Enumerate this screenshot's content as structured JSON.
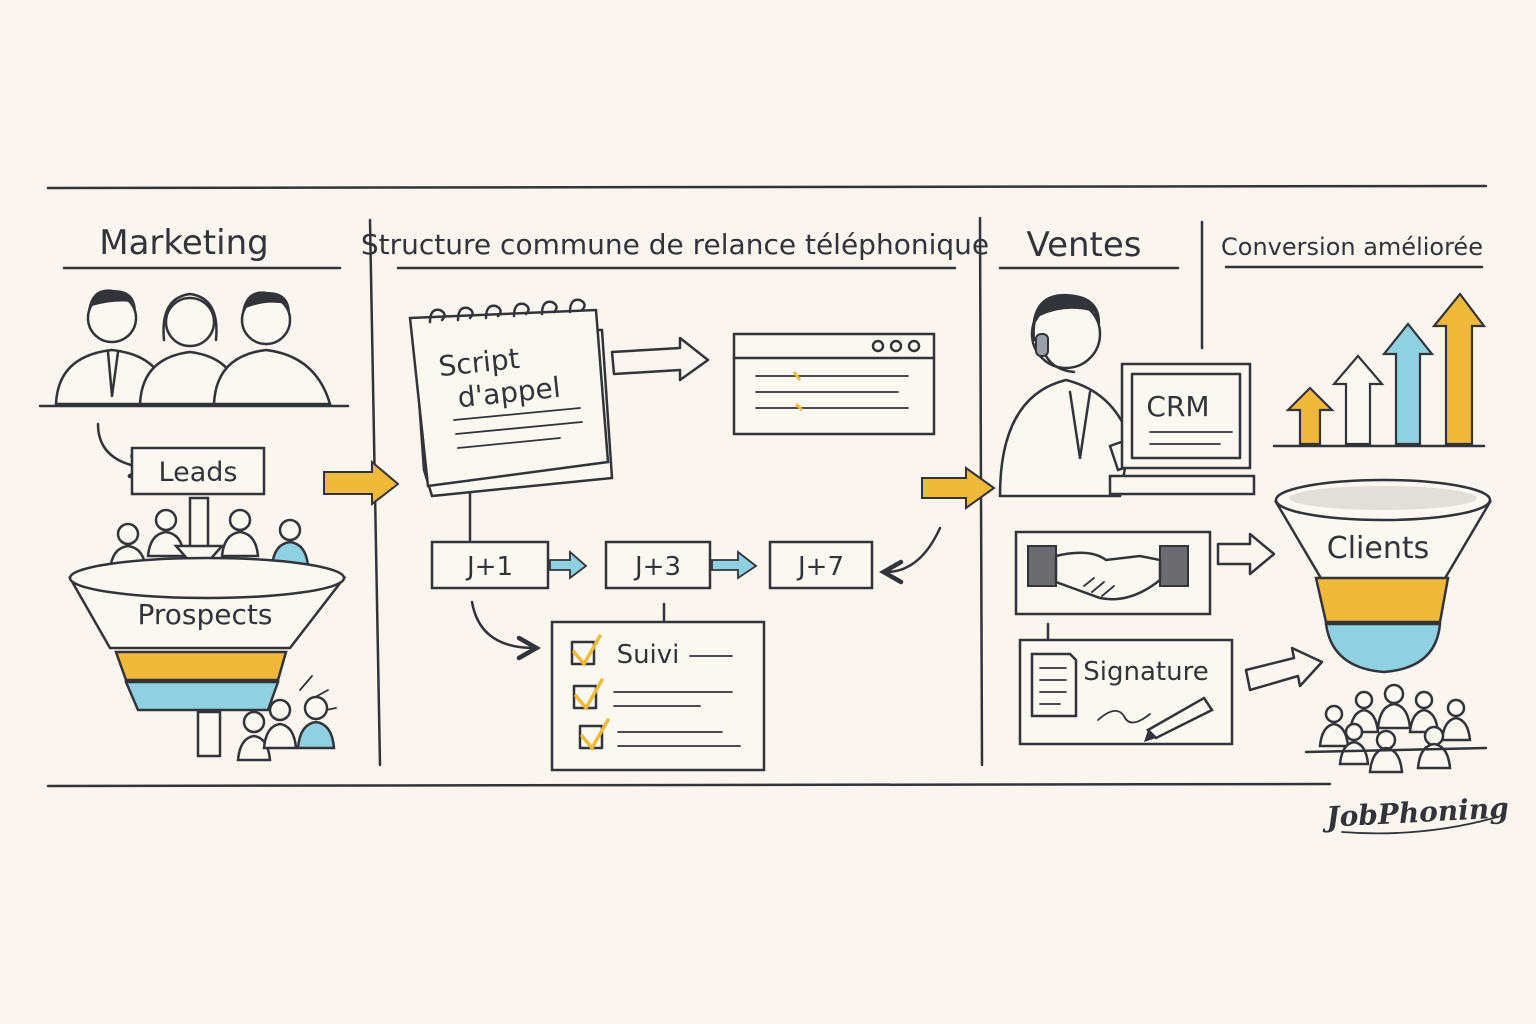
{
  "sections": {
    "marketing": "Marketing",
    "structure": "Structure commune de relance téléphonique",
    "ventes": "Ventes",
    "conversion": "Conversion améliorée"
  },
  "marketing": {
    "leads": "Leads",
    "prospects": "Prospects"
  },
  "structure": {
    "script_line1": "Script",
    "script_line2": "d'appel",
    "steps": [
      "J+1",
      "J+3",
      "J+7"
    ],
    "suivi": "Suivi"
  },
  "ventes": {
    "crm": "CRM",
    "signature": "Signature"
  },
  "conversion": {
    "clients": "Clients"
  },
  "brand": "JobPhoning",
  "colors": {
    "accent_yellow": "#f0b93a",
    "accent_blue": "#8fd1e0",
    "ink": "#33333a",
    "background": "#faf5ef"
  },
  "icons": [
    "people-icon",
    "funnel-icon",
    "notepad-icon",
    "browser-window-icon",
    "checklist-icon",
    "agent-headset-icon",
    "computer-icon",
    "handshake-icon",
    "document-icon",
    "pen-icon",
    "growth-arrows-icon",
    "crowd-icon"
  ]
}
